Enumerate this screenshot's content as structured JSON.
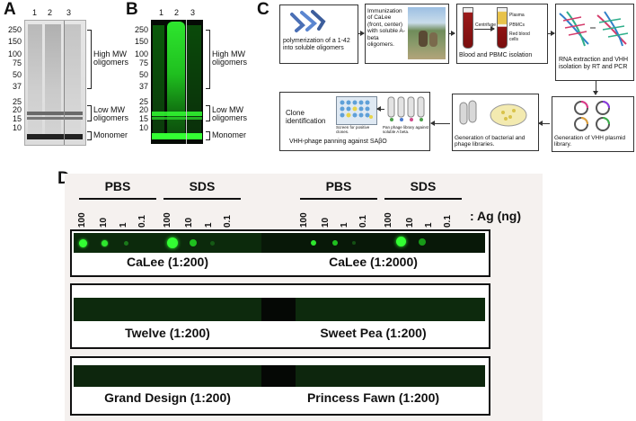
{
  "panels": {
    "a": {
      "letter": "A",
      "lanes": [
        "1",
        "2",
        "3"
      ],
      "mw_markers": [
        "250",
        "150",
        "100",
        "75",
        "50",
        "37",
        "25",
        "20",
        "15",
        "10"
      ],
      "brackets": [
        "High MW\noligomers",
        "Low MW\noligomers",
        "Monomer"
      ]
    },
    "b": {
      "letter": "B",
      "lanes": [
        "1",
        "2",
        "3"
      ],
      "mw_markers": [
        "250",
        "150",
        "100",
        "75",
        "50",
        "37",
        "25",
        "20",
        "15",
        "10"
      ],
      "brackets": [
        "High MW\noligomers",
        "Low MW\noligomers",
        "Monomer"
      ]
    },
    "c": {
      "letter": "C",
      "steps": [
        "polymerization of a 1-42 into soluble oligomers",
        "Immunization of CaLee (front, center) with soluble A-beta oligomers.",
        "Blood and PBMC isolation",
        "RNA extraction and VHH isolation by RT and PCR",
        "Generation of VHH plasmid library.",
        "Generation of bacterial and phage libraries.",
        "VHH-phage panning against SAβO",
        "Clone identification"
      ],
      "tube_labels": [
        "Centrifuge",
        "Plasma",
        "PBMCs",
        "Red blood cells"
      ],
      "inset_labels": [
        "Screen for positive clones.",
        "Pan phage library against soluble A beta."
      ]
    },
    "d": {
      "letter": "D",
      "groups": [
        "PBS",
        "SDS",
        "PBS",
        "SDS"
      ],
      "concentrations": [
        "100",
        "10",
        "1",
        "0.1"
      ],
      "ag_label": ": Ag (ng)",
      "rows": [
        {
          "left": "CaLee (1:200)",
          "right": "CaLee (1:2000)"
        },
        {
          "left": "Twelve (1:200)",
          "right": "Sweet Pea (1:200)"
        },
        {
          "left": "Grand Design (1:200)",
          "right": "Princess Fawn (1:200)"
        }
      ]
    }
  },
  "colors": {
    "gel_fluor": "#2ee62e",
    "dot_green": "#33ff33",
    "strip_bg": "#0b1f0b"
  }
}
